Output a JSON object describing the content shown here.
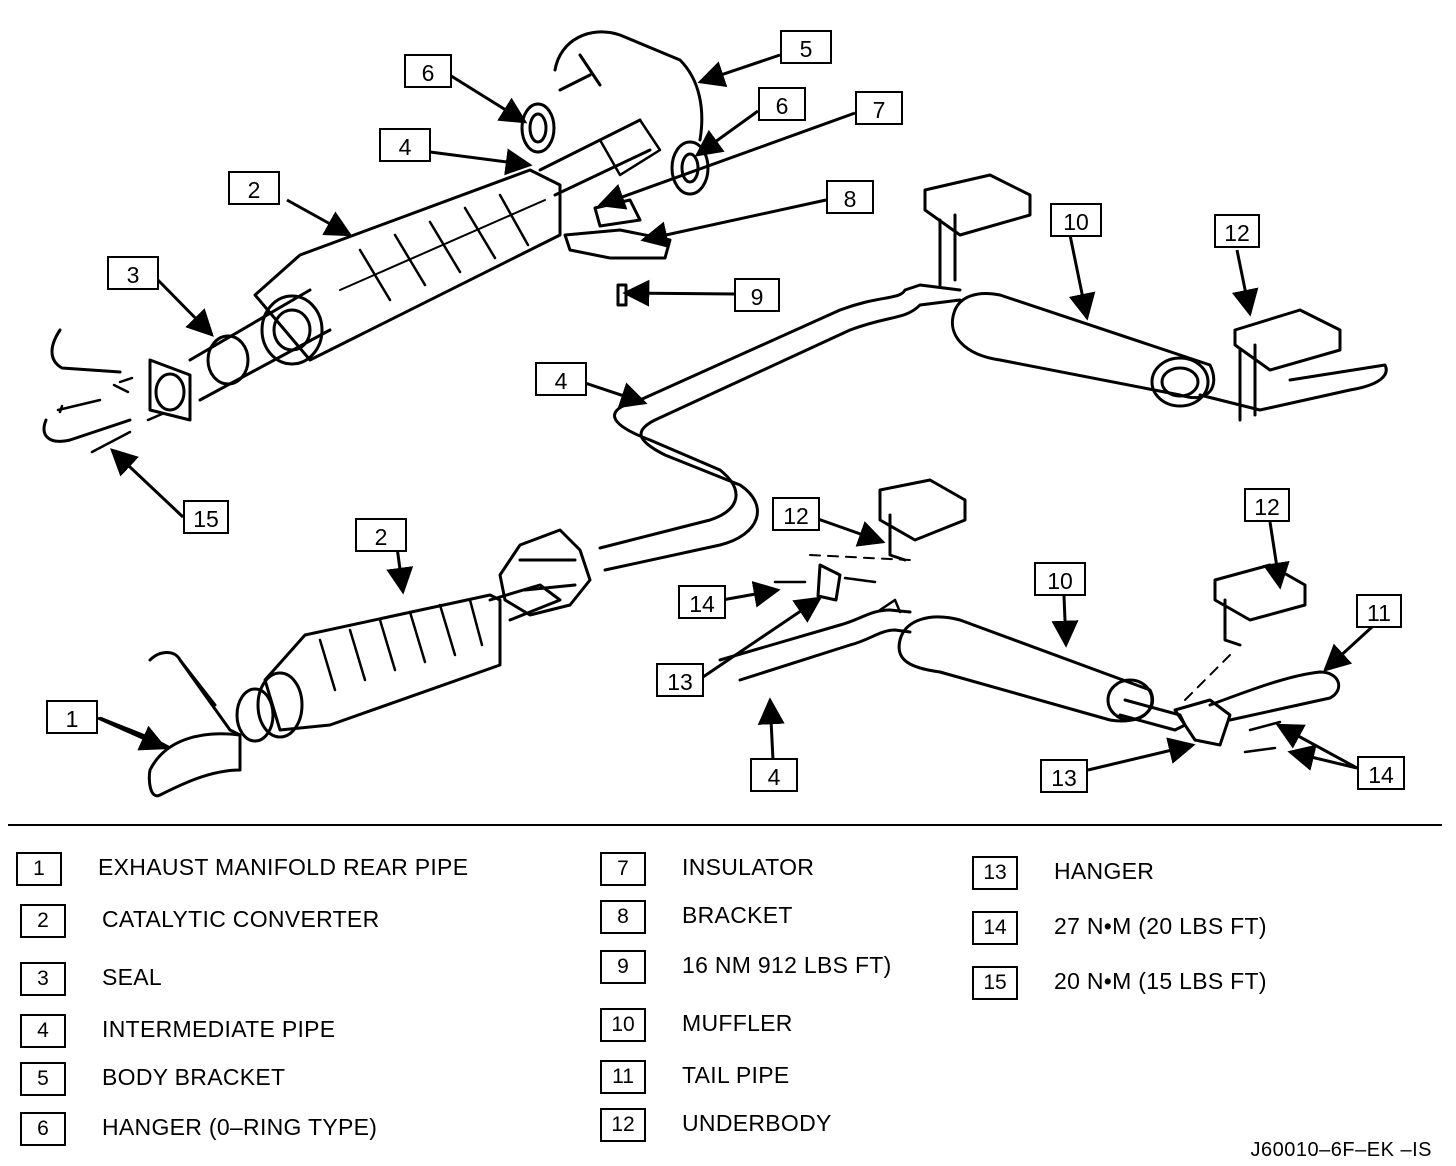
{
  "callouts": [
    {
      "id": "c-1",
      "num": "1"
    },
    {
      "id": "c-2a",
      "num": "2"
    },
    {
      "id": "c-2b",
      "num": "2"
    },
    {
      "id": "c-3",
      "num": "3"
    },
    {
      "id": "c-4a",
      "num": "4"
    },
    {
      "id": "c-4b",
      "num": "4"
    },
    {
      "id": "c-4c",
      "num": "4"
    },
    {
      "id": "c-5",
      "num": "5"
    },
    {
      "id": "c-6a",
      "num": "6"
    },
    {
      "id": "c-6b",
      "num": "6"
    },
    {
      "id": "c-7",
      "num": "7"
    },
    {
      "id": "c-8",
      "num": "8"
    },
    {
      "id": "c-9",
      "num": "9"
    },
    {
      "id": "c-10a",
      "num": "10"
    },
    {
      "id": "c-10b",
      "num": "10"
    },
    {
      "id": "c-11",
      "num": "11"
    },
    {
      "id": "c-12a",
      "num": "12"
    },
    {
      "id": "c-12b",
      "num": "12"
    },
    {
      "id": "c-12c",
      "num": "12"
    },
    {
      "id": "c-13a",
      "num": "13"
    },
    {
      "id": "c-13b",
      "num": "13"
    },
    {
      "id": "c-14a",
      "num": "14"
    },
    {
      "id": "c-14b",
      "num": "14"
    },
    {
      "id": "c-15",
      "num": "15"
    }
  ],
  "legend": [
    {
      "num": "1",
      "label": "EXHAUST MANIFOLD REAR PIPE"
    },
    {
      "num": "2",
      "label": "CATALYTIC  CONVERTER"
    },
    {
      "num": "3",
      "label": "SEAL"
    },
    {
      "num": "4",
      "label": "INTERMEDIATE PIPE"
    },
    {
      "num": "5",
      "label": "BODY BRACKET"
    },
    {
      "num": "6",
      "label": "HANGER (0–RING TYPE)"
    },
    {
      "num": "7",
      "label": "INSULATOR"
    },
    {
      "num": "8",
      "label": "BRACKET"
    },
    {
      "num": "9",
      "label": "16 NM 912 LBS FT)"
    },
    {
      "num": "10",
      "label": "MUFFLER"
    },
    {
      "num": "11",
      "label": "TAIL PIPE"
    },
    {
      "num": "12",
      "label": "UNDERBODY"
    },
    {
      "num": "13",
      "label": "HANGER"
    },
    {
      "num": "14",
      "label": "27 N•M (20 LBS FT)"
    },
    {
      "num": "15",
      "label": "20 N•M (15 LBS FT)"
    }
  ],
  "figure_code": "J60010–6F–EK –IS"
}
